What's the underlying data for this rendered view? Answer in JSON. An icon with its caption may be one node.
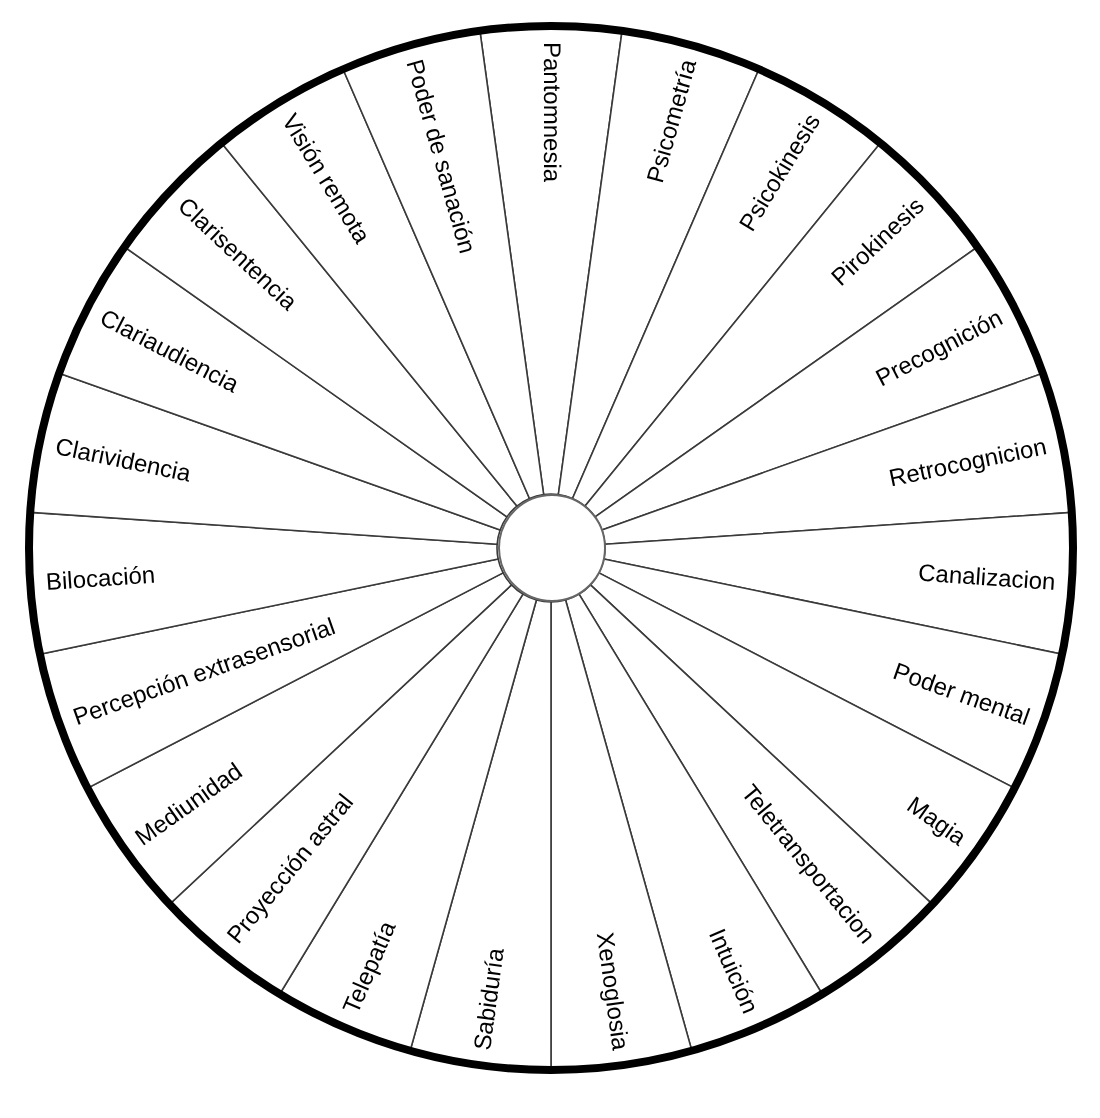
{
  "diagram": {
    "nodes": [
      {
        "text": [
          "Pantomnesia"
        ]
      },
      {
        "text": [
          "Psicometría"
        ]
      },
      {
        "text": [
          "Psicokinesis"
        ]
      },
      {
        "text": [
          "Pirokinesis"
        ]
      },
      {
        "text": [
          "Precognición"
        ]
      },
      {
        "text": [
          "Retrocognicion"
        ]
      },
      {
        "text": [
          "Canalizacion"
        ]
      },
      {
        "text": [
          "Poder mental"
        ]
      },
      {
        "text": [
          "Magia"
        ]
      },
      {
        "text": [
          "Teletransportacion"
        ]
      },
      {
        "text": [
          "Intuición"
        ]
      },
      {
        "text": [
          "Xenoglosia"
        ]
      },
      {
        "text": [
          "Sabiduría"
        ]
      },
      {
        "text": [
          "Telepatía"
        ]
      },
      {
        "text": [
          "Proyección astral"
        ]
      },
      {
        "text": [
          "Mediunidad"
        ]
      },
      {
        "text": [
          "Percepción extrasensorial"
        ]
      },
      {
        "text": [
          "Bilocación"
        ]
      },
      {
        "text": [
          "Clarividencia"
        ]
      },
      {
        "text": [
          "Clariaudiencia"
        ]
      },
      {
        "text": [
          "Clarisentencia"
        ]
      },
      {
        "text": [
          "Visión remota"
        ]
      },
      {
        "text": [
          "Poder de sanación"
        ]
      },
      {
        "text": [],
        "shape": "circle"
      }
    ]
  }
}
